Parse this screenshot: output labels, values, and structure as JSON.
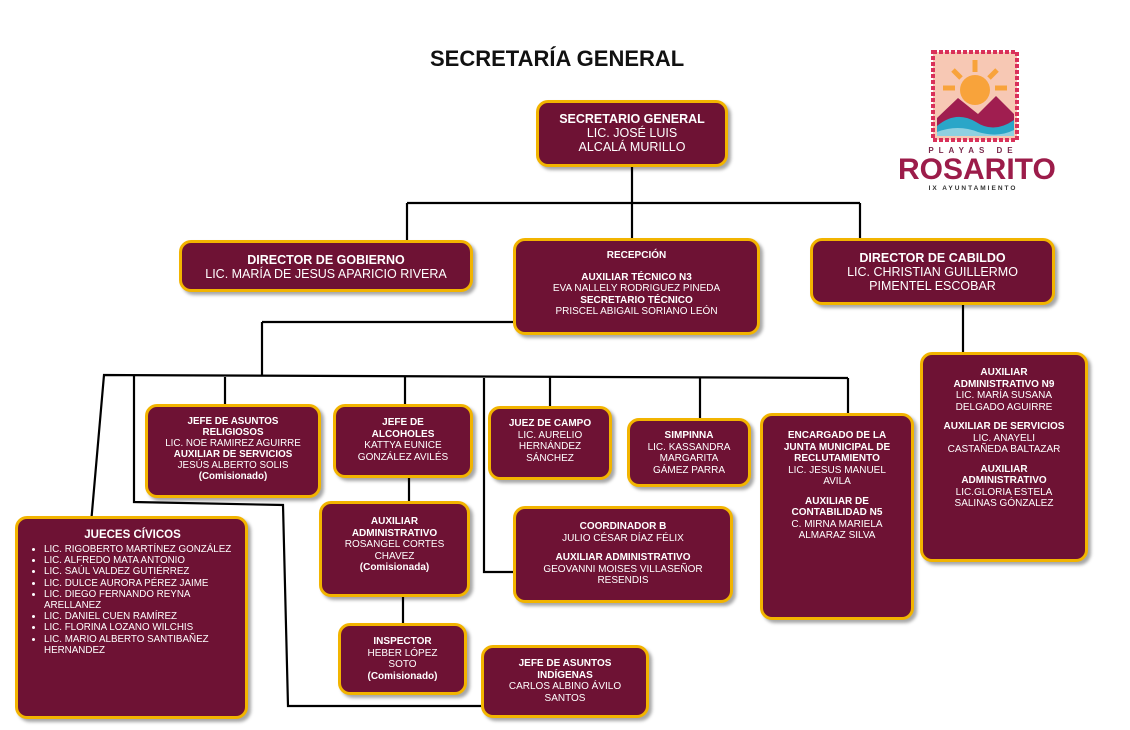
{
  "title": "SECRETARÍA GENERAL",
  "logo": {
    "line1": "PLAYAS DE",
    "line2": "ROSARITO",
    "line3": "IX AYUNTAMIENTO"
  },
  "secretario": {
    "role": "SECRETARIO GENERAL",
    "name1": "LIC. JOSÉ LUIS",
    "name2": "ALCALÁ MURILLO"
  },
  "gobierno": {
    "role": "DIRECTOR DE GOBIERNO",
    "name": "LIC. MARÍA DE JESUS APARICIO RIVERA"
  },
  "recepcion": {
    "role": "RECEPCIÓN",
    "r1": "AUXILIAR TÉCNICO N3",
    "n1": "EVA NALLELY RODRIGUEZ PINEDA",
    "r2": "SECRETARIO TÉCNICO",
    "n2": "PRISCEL ABIGAIL SORIANO LEÓN"
  },
  "cabildo": {
    "role": "DIRECTOR DE CABILDO",
    "name1": "LIC. CHRISTIAN GUILLERMO",
    "name2": "PIMENTEL ESCOBAR"
  },
  "cabildo_aux": {
    "r1": "AUXILIAR",
    "r1b": "ADMINISTRATIVO N9",
    "n1a": "LIC. MARÍA SUSANA",
    "n1b": "DELGADO AGUIRRE",
    "r2": "AUXILIAR DE SERVICIOS",
    "n2a": "LIC. ANAYELI",
    "n2b": "CASTAÑEDA BALTAZAR",
    "r3": "AUXILIAR",
    "r3b": "ADMINISTRATIVO",
    "n3a": "LIC.GLORIA ESTELA",
    "n3b": "SALINAS GÓNZALEZ"
  },
  "religiosos": {
    "r1a": "JEFE DE ASUNTOS",
    "r1b": "RELIGIOSOS",
    "n1": "LIC. NOE RAMIREZ AGUIRRE",
    "r2": "AUXILIAR DE SERVICIOS",
    "n2": "JESÚS ALBERTO SOLIS",
    "note": "(Comisionado)"
  },
  "alcoholes": {
    "r1": "JEFE DE",
    "r2": "ALCOHOLES",
    "n1": "KATTYA EUNICE",
    "n2": "GONZÁLEZ AVILÉS"
  },
  "aux_alcoholes": {
    "r1": "AUXILIAR",
    "r2": "ADMINISTRATIVO",
    "n1": "ROSANGEL CORTES",
    "n2": "CHAVEZ",
    "note": "(Comisionada)"
  },
  "inspector": {
    "role": "INSPECTOR",
    "n1": "HEBER LÓPEZ",
    "n2": "SOTO",
    "note": "(Comisionado)"
  },
  "juez_campo": {
    "role": "JUEZ DE CAMPO",
    "n1": "LIC. AURELIO",
    "n2": "HERNÁNDEZ",
    "n3": "SÁNCHEZ"
  },
  "simpinna": {
    "role": "SIMPINNA",
    "n1": "LIC. KASSANDRA",
    "n2": "MARGARITA",
    "n3": "GÁMEZ PARRA"
  },
  "coordinador": {
    "role": "COORDINADOR B",
    "n1": "JULIO CÉSAR DÍAZ FÉLIX",
    "r2": "AUXILIAR ADMINISTRATIVO",
    "n2a": "GEOVANNI MOISES VILLASEÑOR",
    "n2b": "RESENDIS"
  },
  "junta": {
    "r1a": "ENCARGADO DE LA",
    "r1b": "JUNTA MUNICIPAL DE",
    "r1c": "RECLUTAMIENTO",
    "n1a": "LIC. JESUS MANUEL",
    "n1b": "AVILA",
    "r2a": "AUXILIAR DE",
    "r2b": "CONTABILIDAD N5",
    "n2a": "C. MIRNA MARIELA",
    "n2b": "ALMARAZ SILVA"
  },
  "indigenas": {
    "r1": "JEFE DE ASUNTOS",
    "r2": "INDÍGENAS",
    "n1": "CARLOS ALBINO ÁVILO",
    "n2": "SANTOS"
  },
  "jueces": {
    "role": "JUECES CÍVICOS",
    "items": [
      "LIC. RIGOBERTO MARTÍNEZ GONZÁLEZ",
      "LIC. ALFREDO MATA ANTONIO",
      "LIC. SAÚL VALDEZ GUTIÉRREZ",
      "LIC. DULCE AURORA PÉREZ JAIME",
      "LIC. DIEGO FERNANDO REYNA ARELLANEZ",
      "LIC. DANIEL CUEN RAMÍREZ",
      "LIC. FLORINA LOZANO WILCHIS",
      "LIC. MARIO ALBERTO SANTIBAÑEZ HERNANDEZ"
    ]
  }
}
